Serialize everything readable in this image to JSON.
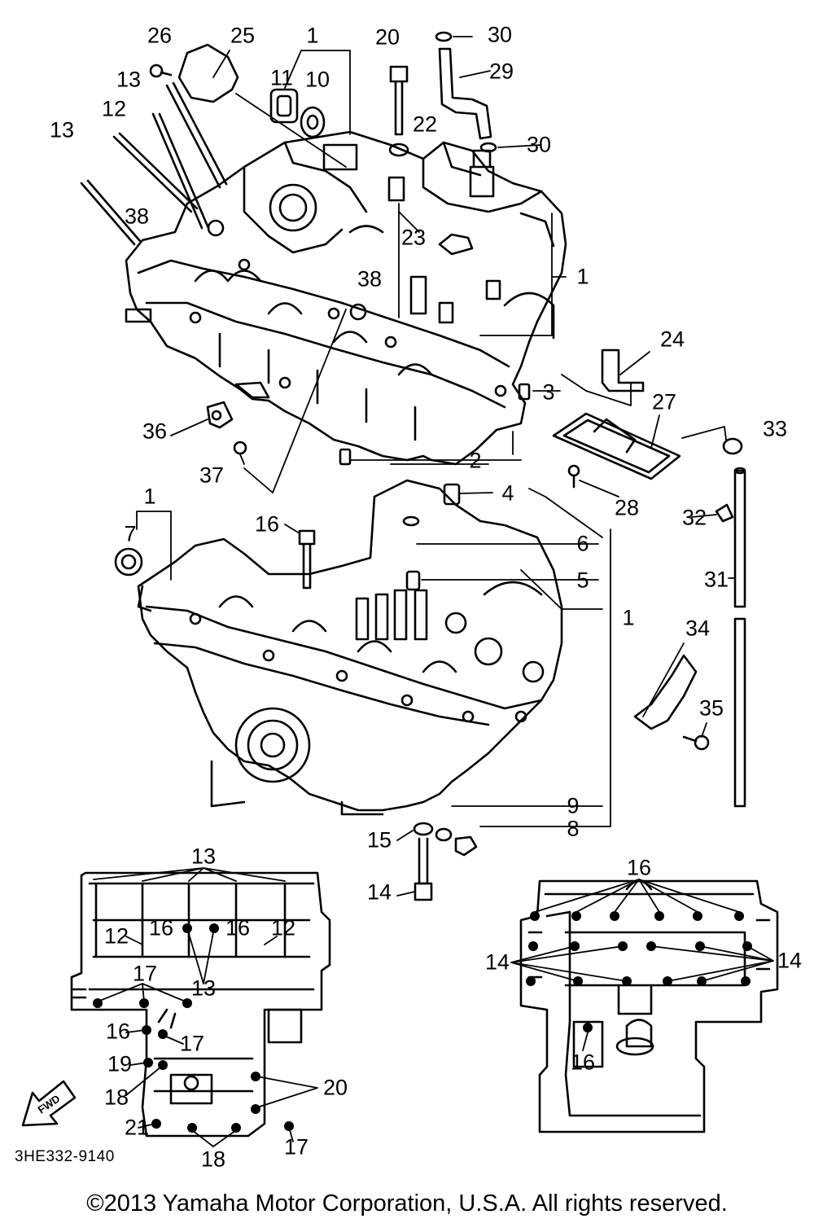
{
  "diagram_code": "3HE332-9140",
  "copyright": "©2013 Yamaha Motor Corporation, U.S.A. All rights reserved.",
  "fwd_label": "FWD",
  "callouts": [
    {
      "id": "c26",
      "text": "26"
    },
    {
      "id": "c25",
      "text": "25"
    },
    {
      "id": "c1a",
      "text": "1"
    },
    {
      "id": "c20a",
      "text": "20"
    },
    {
      "id": "c30a",
      "text": "30"
    },
    {
      "id": "c29",
      "text": "29"
    },
    {
      "id": "c11",
      "text": "11"
    },
    {
      "id": "c10",
      "text": "10"
    },
    {
      "id": "c13a",
      "text": "13"
    },
    {
      "id": "c12a",
      "text": "12"
    },
    {
      "id": "c13b",
      "text": "13"
    },
    {
      "id": "c22",
      "text": "22"
    },
    {
      "id": "c30b",
      "text": "30"
    },
    {
      "id": "c38a",
      "text": "38"
    },
    {
      "id": "c23",
      "text": "23"
    },
    {
      "id": "c1b",
      "text": "1"
    },
    {
      "id": "c38b",
      "text": "38"
    },
    {
      "id": "c24",
      "text": "24"
    },
    {
      "id": "c3",
      "text": "3"
    },
    {
      "id": "c27",
      "text": "27"
    },
    {
      "id": "c33",
      "text": "33"
    },
    {
      "id": "c36",
      "text": "36"
    },
    {
      "id": "c37",
      "text": "37"
    },
    {
      "id": "c2",
      "text": "2"
    },
    {
      "id": "c4",
      "text": "4"
    },
    {
      "id": "c28",
      "text": "28"
    },
    {
      "id": "c32",
      "text": "32"
    },
    {
      "id": "c1c",
      "text": "1"
    },
    {
      "id": "c16a",
      "text": "16"
    },
    {
      "id": "c7",
      "text": "7"
    },
    {
      "id": "c6",
      "text": "6"
    },
    {
      "id": "c5",
      "text": "5"
    },
    {
      "id": "c31",
      "text": "31"
    },
    {
      "id": "c1d",
      "text": "1"
    },
    {
      "id": "c34",
      "text": "34"
    },
    {
      "id": "c35",
      "text": "35"
    },
    {
      "id": "c9",
      "text": "9"
    },
    {
      "id": "c8",
      "text": "8"
    },
    {
      "id": "c15",
      "text": "15"
    },
    {
      "id": "c14a",
      "text": "14"
    },
    {
      "id": "c13c",
      "text": "13"
    },
    {
      "id": "c12b",
      "text": "12"
    },
    {
      "id": "c16b",
      "text": "16"
    },
    {
      "id": "c16c",
      "text": "16"
    },
    {
      "id": "c12c",
      "text": "12"
    },
    {
      "id": "c17a",
      "text": "17"
    },
    {
      "id": "c13d",
      "text": "13"
    },
    {
      "id": "c16d",
      "text": "16"
    },
    {
      "id": "c17b",
      "text": "17"
    },
    {
      "id": "c19",
      "text": "19"
    },
    {
      "id": "c20b",
      "text": "20"
    },
    {
      "id": "c18a",
      "text": "18"
    },
    {
      "id": "c21",
      "text": "21"
    },
    {
      "id": "c18b",
      "text": "18"
    },
    {
      "id": "c17c",
      "text": "17"
    },
    {
      "id": "c16e",
      "text": "16"
    },
    {
      "id": "c14b",
      "text": "14"
    },
    {
      "id": "c14c",
      "text": "14"
    },
    {
      "id": "c16f",
      "text": "16"
    }
  ]
}
